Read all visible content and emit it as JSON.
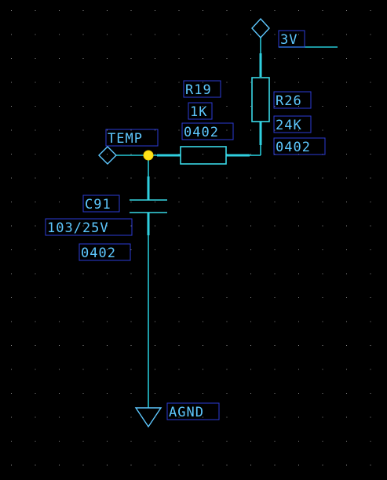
{
  "colors": {
    "background": "#000000",
    "grid_dot": "#8a8a8a",
    "wire": "#26c7d6",
    "label_text": "#5ec8ff",
    "label_box": "#2d3bd6",
    "junction": "#ffe21a"
  },
  "components": {
    "r19": {
      "ref": "R19",
      "value": "1K",
      "package": "0402"
    },
    "r26": {
      "ref": "R26",
      "value": "24K",
      "package": "0402"
    },
    "c91": {
      "ref": "C91",
      "value": "103/25V",
      "package": "0402"
    }
  },
  "nets": {
    "temp": "TEMP",
    "supply": "3V",
    "ground": "AGND"
  }
}
